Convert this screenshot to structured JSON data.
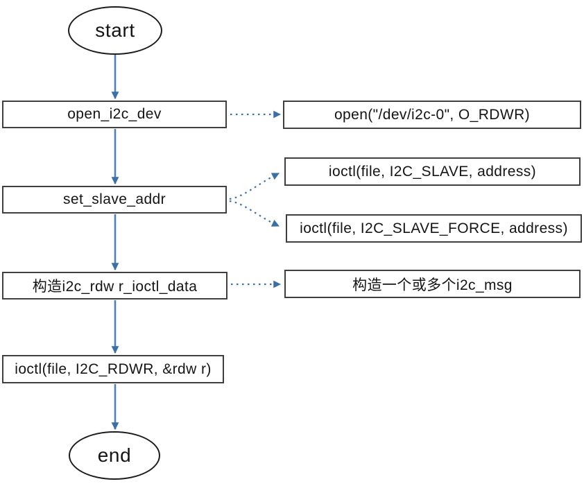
{
  "diagram": {
    "type": "flowchart",
    "background": "#ffffff",
    "colors": {
      "solid_arrow": "#4e81b5",
      "dotted_arrow": "#3a70a6",
      "arrowhead": "#3a70a6",
      "process_border": "#3f3f3f",
      "terminal_border": "#1c1c1c",
      "text": "#141414",
      "node_fill": "#ffffff"
    },
    "nodes": {
      "start": {
        "shape": "ellipse",
        "label": "start"
      },
      "open_i2c_dev": {
        "shape": "rect",
        "label": "open_i2c_dev"
      },
      "open_call": {
        "shape": "rect",
        "label": "open(\"/dev/i2c-0\", O_RDWR)"
      },
      "set_slave_addr": {
        "shape": "rect",
        "label": "set_slave_addr"
      },
      "ioctl_i2c_slave": {
        "shape": "rect",
        "label": "ioctl(file, I2C_SLAVE, address)"
      },
      "ioctl_i2c_slave_force": {
        "shape": "rect",
        "label": "ioctl(file, I2C_SLAVE_FORCE, address)"
      },
      "build_rdwr_ioctl_data": {
        "shape": "rect",
        "label": "构造i2c_rdw r_ioctl_data"
      },
      "build_i2c_msg": {
        "shape": "rect",
        "label": "构造一个或多个i2c_msg"
      },
      "ioctl_i2c_rdwr": {
        "shape": "rect",
        "label": "ioctl(file, I2C_RDWR, &rdw r)"
      },
      "end": {
        "shape": "ellipse",
        "label": "end"
      }
    },
    "edges": [
      {
        "from": "start",
        "to": "open_i2c_dev",
        "style": "solid"
      },
      {
        "from": "open_i2c_dev",
        "to": "open_call",
        "style": "dotted"
      },
      {
        "from": "open_i2c_dev",
        "to": "set_slave_addr",
        "style": "solid"
      },
      {
        "from": "set_slave_addr",
        "to": "ioctl_i2c_slave",
        "style": "dotted"
      },
      {
        "from": "set_slave_addr",
        "to": "ioctl_i2c_slave_force",
        "style": "dotted"
      },
      {
        "from": "set_slave_addr",
        "to": "build_rdwr_ioctl_data",
        "style": "solid"
      },
      {
        "from": "build_rdwr_ioctl_data",
        "to": "build_i2c_msg",
        "style": "dotted"
      },
      {
        "from": "build_rdwr_ioctl_data",
        "to": "ioctl_i2c_rdwr",
        "style": "solid"
      },
      {
        "from": "ioctl_i2c_rdwr",
        "to": "end",
        "style": "solid"
      }
    ]
  }
}
